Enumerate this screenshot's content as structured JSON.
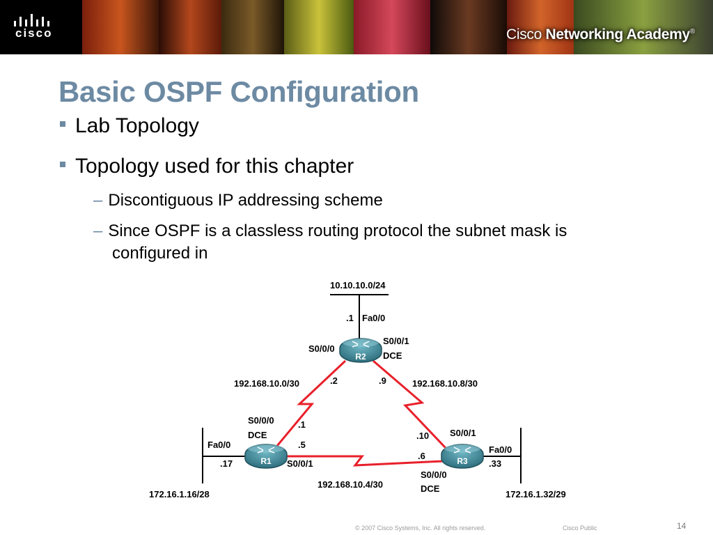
{
  "banner": {
    "logo_text": "cisco",
    "academy_light": "Cisco ",
    "academy_bold": "Networking Academy",
    "academy_mark": "®"
  },
  "slide": {
    "title": "Basic OSPF Configuration",
    "bullets": [
      {
        "text": "Lab Topology"
      },
      {
        "text": "Topology used for this chapter",
        "subs": [
          "Discontiguous IP addressing scheme",
          "Since OSPF is a classless routing protocol the subnet mask is configured in"
        ]
      }
    ]
  },
  "topology": {
    "routers": {
      "r1": "R1",
      "r2": "R2",
      "r3": "R3"
    },
    "networks": {
      "r2_lan": "10.10.10.0/24",
      "r1_lan": "172.16.1.16/28",
      "r3_lan": "172.16.1.32/29",
      "r1_r2": "192.168.10.0/30",
      "r2_r3": "192.168.10.8/30",
      "r1_r3": "192.168.10.4/30"
    },
    "labels": {
      "r2_fa_host": ".1",
      "r2_fa": "Fa0/0",
      "r2_s000": "S0/0/0",
      "r2_s001": "S0/0/1",
      "r2_dce": "DCE",
      "r2_left_host": ".2",
      "r2_right_host": ".9",
      "r1_s000": "S0/0/0",
      "r1_dce": "DCE",
      "r1_top_host": ".1",
      "r1_right_host": ".5",
      "r1_fa": "Fa0/0",
      "r1_fa_host": ".17",
      "r1_s001": "S0/0/1",
      "r3_top_host": ".10",
      "r3_s001": "S0/0/1",
      "r3_fa": "Fa0/0",
      "r3_left_host": ".6",
      "r3_fa_host": ".33",
      "r3_s000": "S0/0/0",
      "r3_dce": "DCE"
    }
  },
  "footer": {
    "copyright": "© 2007 Cisco Systems, Inc. All rights reserved.",
    "classification": "Cisco Public",
    "page_number": "14"
  },
  "colors": {
    "title": "#6d8aa3",
    "serial_link": "#e8202a",
    "router": "#3f8a9a",
    "banner_bg": "#1b1b1b"
  }
}
